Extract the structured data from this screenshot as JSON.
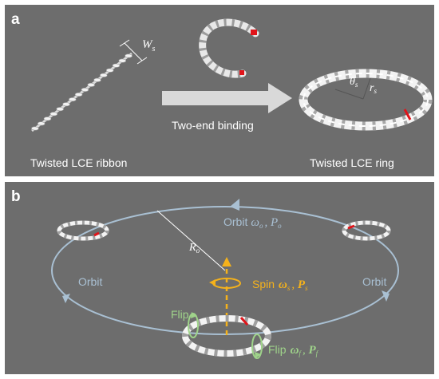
{
  "panel_a": {
    "label": "a",
    "ribbon_width_symbol": "W",
    "ribbon_width_sub": "s",
    "caption_left": "Twisted LCE ribbon",
    "caption_right": "Twisted LCE ring",
    "process_label": "Two-end binding",
    "theta_symbol": "θ",
    "theta_sub": "s",
    "radius_symbol": "r",
    "radius_sub": "s"
  },
  "panel_b": {
    "label": "b",
    "orbit_top_word": "Orbit",
    "orbit_top_omega": "ω",
    "orbit_top_omega_sub": "o",
    "orbit_top_power": "P",
    "orbit_top_power_sub": "o",
    "orbit_left": "Orbit",
    "orbit_right": "Orbit",
    "orbit_radius_symbol": "R",
    "orbit_radius_sub": "o",
    "spin_word": "Spin",
    "spin_omega": "ω",
    "spin_omega_sub": "s",
    "spin_power": "P",
    "spin_power_sub": "s",
    "flip_left": "Flip",
    "flip_word": "Flip",
    "flip_omega": "ω",
    "flip_omega_sub": "f",
    "flip_power": "P",
    "flip_power_sub": "f"
  },
  "colors": {
    "panel_bg": "#6d6d6d",
    "orbit_line": "#a9c0d3",
    "spin": "#f5b21b",
    "flip": "#9fd38a",
    "text": "#ffffff",
    "marker": "#e0141a"
  }
}
